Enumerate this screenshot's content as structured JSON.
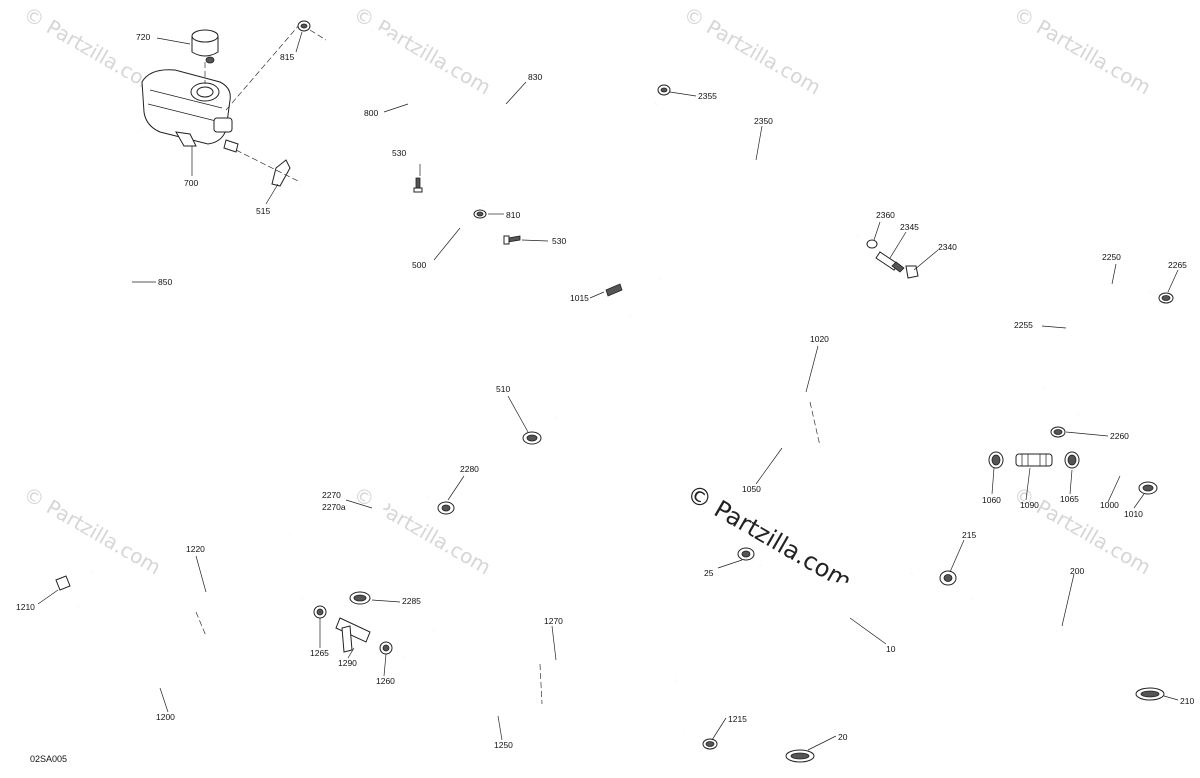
{
  "diagram": {
    "reference_code": "02SA005",
    "watermark_text": "© Partzilla.com",
    "center_watermark_text": "© Partzilla.com",
    "callouts": [
      {
        "id": "720",
        "label": "720"
      },
      {
        "id": "815",
        "label": "815"
      },
      {
        "id": "830",
        "label": "830"
      },
      {
        "id": "800",
        "label": "800"
      },
      {
        "id": "700",
        "label": "700"
      },
      {
        "id": "530a",
        "label": "530"
      },
      {
        "id": "515",
        "label": "515"
      },
      {
        "id": "810",
        "label": "810"
      },
      {
        "id": "530b",
        "label": "530"
      },
      {
        "id": "500",
        "label": "500"
      },
      {
        "id": "850",
        "label": "850"
      },
      {
        "id": "510",
        "label": "510"
      },
      {
        "id": "2355",
        "label": "2355"
      },
      {
        "id": "2350",
        "label": "2350"
      },
      {
        "id": "2360",
        "label": "2360"
      },
      {
        "id": "2345",
        "label": "2345"
      },
      {
        "id": "2340",
        "label": "2340"
      },
      {
        "id": "2250",
        "label": "2250"
      },
      {
        "id": "2265",
        "label": "2265"
      },
      {
        "id": "2255",
        "label": "2255"
      },
      {
        "id": "1015",
        "label": "1015"
      },
      {
        "id": "1020",
        "label": "1020"
      },
      {
        "id": "2260",
        "label": "2260"
      },
      {
        "id": "1050",
        "label": "1050"
      },
      {
        "id": "1060",
        "label": "1060"
      },
      {
        "id": "1090",
        "label": "1090"
      },
      {
        "id": "1065",
        "label": "1065"
      },
      {
        "id": "1000",
        "label": "1000"
      },
      {
        "id": "1010",
        "label": "1010"
      },
      {
        "id": "2280",
        "label": "2280"
      },
      {
        "id": "2270",
        "label": "2270"
      },
      {
        "id": "2270a",
        "label": "2270a"
      },
      {
        "id": "2285",
        "label": "2285"
      },
      {
        "id": "1220",
        "label": "1220"
      },
      {
        "id": "1210",
        "label": "1210"
      },
      {
        "id": "1265",
        "label": "1265"
      },
      {
        "id": "1290",
        "label": "1290"
      },
      {
        "id": "1260",
        "label": "1260"
      },
      {
        "id": "1200",
        "label": "1200"
      },
      {
        "id": "1270",
        "label": "1270"
      },
      {
        "id": "1250",
        "label": "1250"
      },
      {
        "id": "1215",
        "label": "1215"
      },
      {
        "id": "25",
        "label": "25"
      },
      {
        "id": "10",
        "label": "10"
      },
      {
        "id": "20",
        "label": "20"
      },
      {
        "id": "215",
        "label": "215"
      },
      {
        "id": "200",
        "label": "200"
      },
      {
        "id": "210",
        "label": "210"
      }
    ]
  }
}
